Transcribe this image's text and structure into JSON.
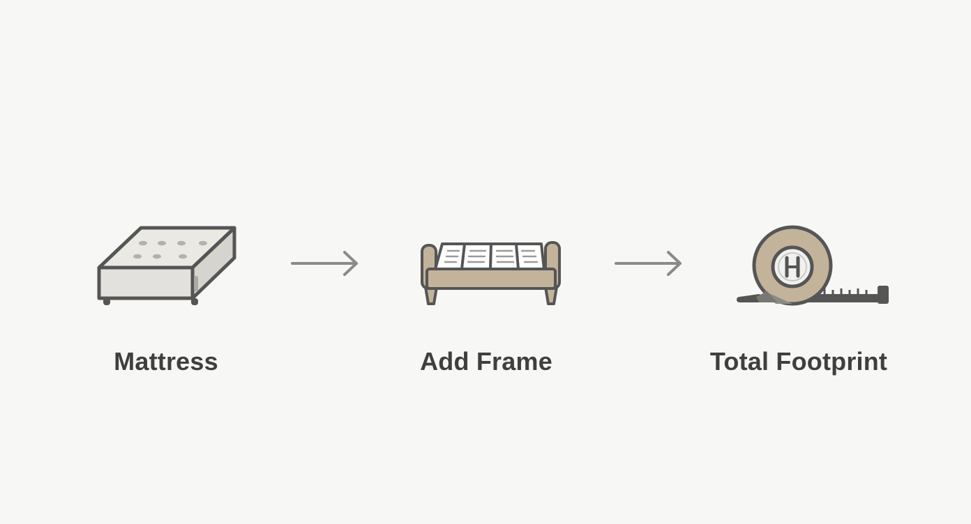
{
  "diagram": {
    "steps": [
      {
        "label": "Mattress",
        "icon": "mattress-icon"
      },
      {
        "label": "Add Frame",
        "icon": "bed-frame-icon"
      },
      {
        "label": "Total Footprint",
        "icon": "tape-measure-icon"
      }
    ],
    "connector_icon": "arrow-right-icon",
    "colors": {
      "background": "#f7f7f5",
      "stroke": "#555555",
      "text": "#3f3f3f",
      "accent_tan": "#c3b39b",
      "mattress_fill": "#ebe9e3",
      "arrow": "#8a8a8a"
    }
  }
}
